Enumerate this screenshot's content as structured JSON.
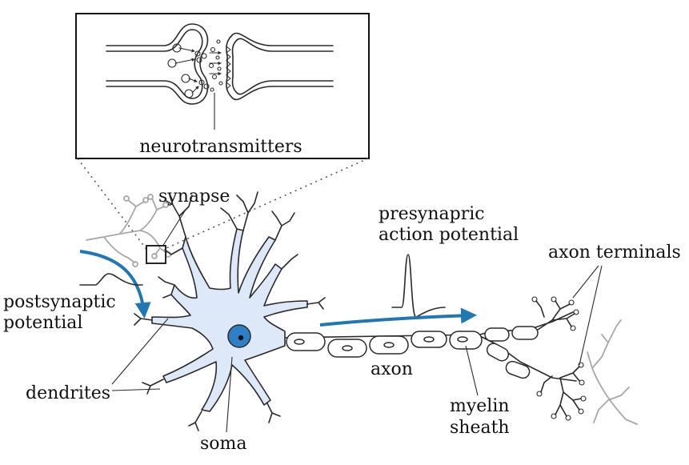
{
  "labels": {
    "inset": "neurotransmitters",
    "synapse": "synapse",
    "presynaptic_1": "presynapric",
    "presynaptic_2": "action potential",
    "postsynaptic_1": "postsynaptic",
    "postsynaptic_2": "potential",
    "axon_terminals": "axon terminals",
    "dendrites": "dendrites",
    "axon": "axon",
    "myelin_1": "myelin",
    "myelin_2": "sheath",
    "soma": "soma"
  },
  "colors": {
    "cell_fill": "#dde8f8",
    "nucleus": "#2f7fc6",
    "arrow": "#1f77b4",
    "ink": "#2a2a2a",
    "ghost": "#a8a8a8"
  }
}
